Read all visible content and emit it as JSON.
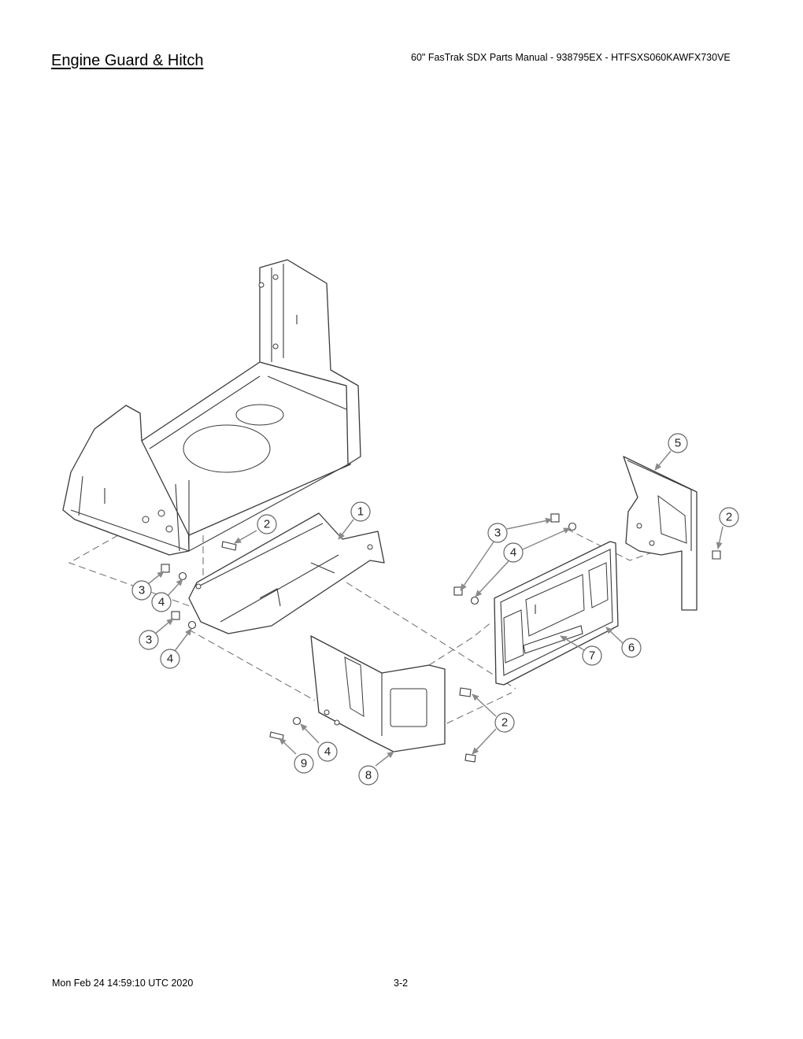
{
  "page": {
    "title": "Engine Guard & Hitch",
    "header": "60\" FasTrak SDX Parts Manual - 938795EX - HTFSXS060KAWFX730VE",
    "footer_date": "Mon Feb 24 14:59:10 UTC 2020",
    "footer_page": "3-2"
  },
  "callouts": [
    {
      "label": "1"
    },
    {
      "label": "2"
    },
    {
      "label": "3"
    },
    {
      "label": "4"
    },
    {
      "label": "3"
    },
    {
      "label": "4"
    },
    {
      "label": "3"
    },
    {
      "label": "4"
    },
    {
      "label": "5"
    },
    {
      "label": "2"
    },
    {
      "label": "6"
    },
    {
      "label": "7"
    },
    {
      "label": "2"
    },
    {
      "label": "4"
    },
    {
      "label": "9"
    },
    {
      "label": "8"
    }
  ]
}
